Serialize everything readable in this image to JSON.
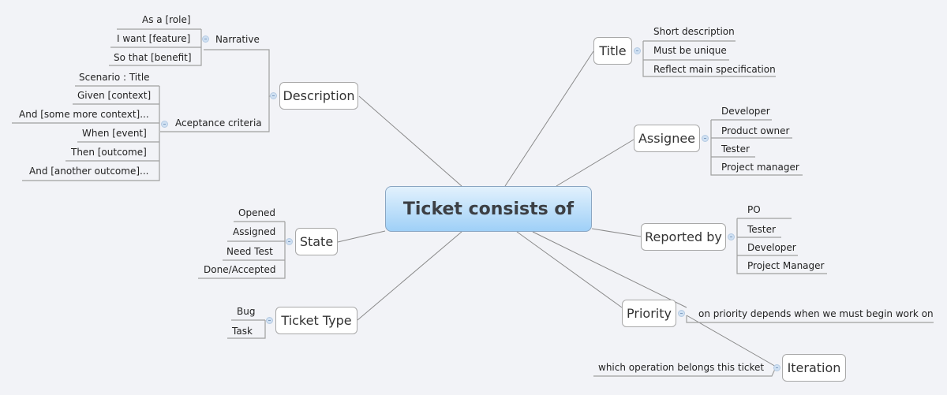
{
  "central": {
    "label": "Ticket consists of"
  },
  "description": {
    "label": "Description",
    "narrative": {
      "label": "Narrative",
      "items": [
        "As a [role]",
        "I want [feature]",
        "So that [benefit]"
      ]
    },
    "acceptance": {
      "label": "Aceptance criteria",
      "items": [
        "Scenario : Title",
        "Given [context]",
        "And [some more context]...",
        "When  [event]",
        "Then  [outcome]",
        "And [another outcome]..."
      ]
    }
  },
  "state": {
    "label": "State",
    "items": [
      "Opened",
      "Assigned",
      "Need Test",
      "Done/Accepted"
    ]
  },
  "ticket_type": {
    "label": "Ticket Type",
    "items": [
      "Bug",
      "Task"
    ]
  },
  "title": {
    "label": "Title",
    "items": [
      "Short description",
      "Must be unique",
      "Reflect main specification"
    ]
  },
  "assignee": {
    "label": "Assignee",
    "items": [
      "Developer",
      "Product owner",
      "Tester",
      "Project manager"
    ]
  },
  "reported_by": {
    "label": "Reported by",
    "items": [
      "PO",
      "Tester",
      "Developer",
      "Project Manager"
    ]
  },
  "priority": {
    "label": "Priority",
    "note": "on priority depends when we must begin work on"
  },
  "iteration": {
    "label": "Iteration",
    "note": "which operation belongs this ticket"
  },
  "colors": {
    "background": "#f2f3f7",
    "central_top": "#e2f1fd",
    "central_bottom": "#9fd0f7",
    "line": "#8a8a8a"
  }
}
